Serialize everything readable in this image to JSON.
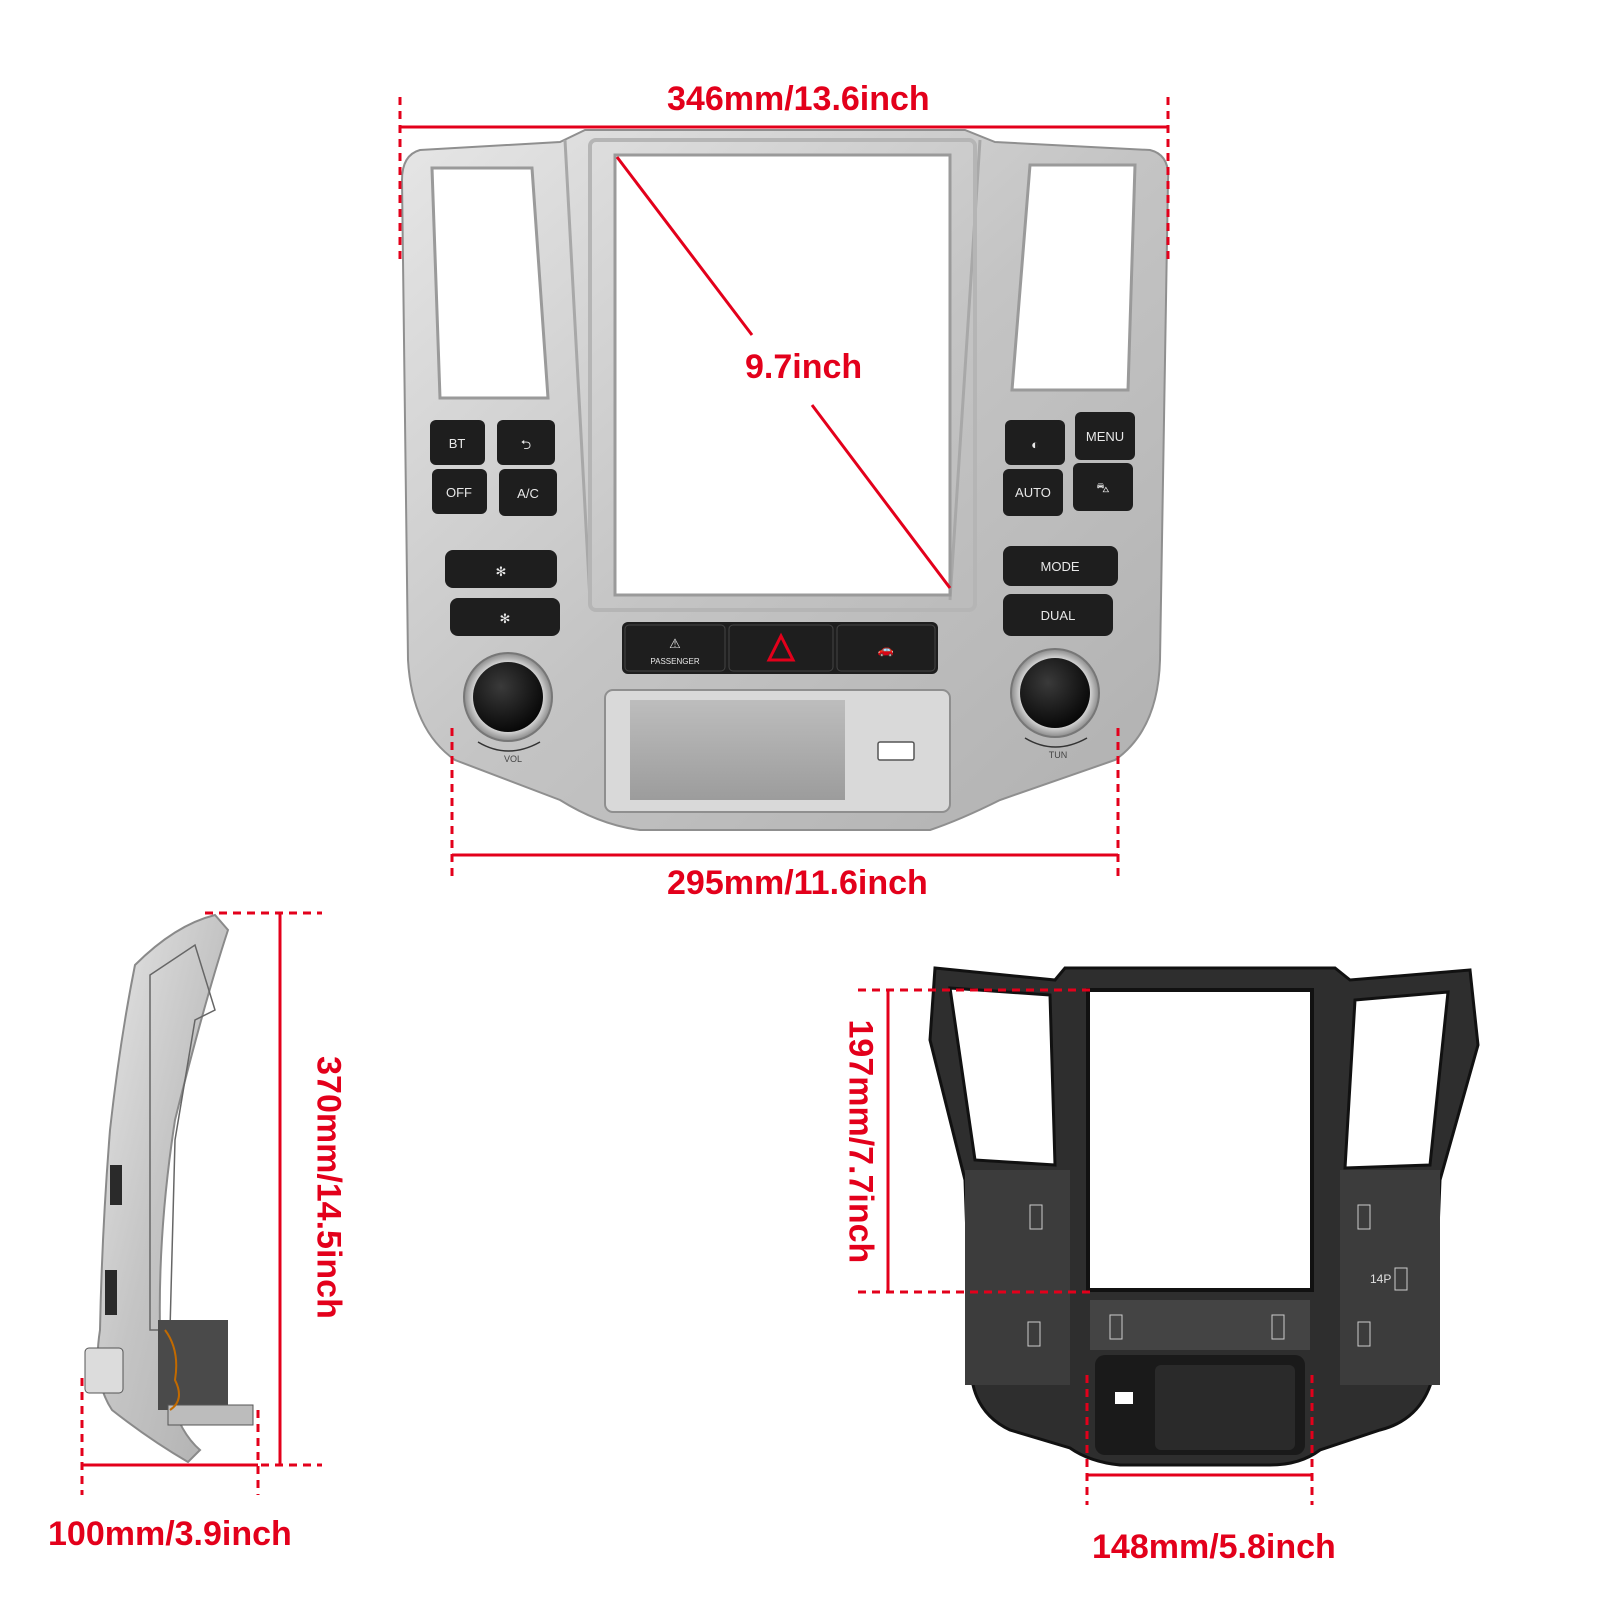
{
  "dimensions": {
    "front_top_width": "346mm/13.6inch",
    "screen_diagonal": "9.7inch",
    "front_bottom_width": "295mm/11.6inch",
    "side_height": "370mm/14.5inch",
    "side_depth": "100mm/3.9inch",
    "back_screen_height": "197mm/7.7inch",
    "back_bottom_width": "148mm/5.8inch"
  },
  "buttons": {
    "bt": "BT",
    "off": "OFF",
    "ac": "A/C",
    "menu": "MENU",
    "auto": "AUTO",
    "mode": "MODE",
    "dual": "DUAL",
    "passenger": "PASSENGER"
  },
  "knobs": {
    "vol": "VOL",
    "tun": "TUN"
  },
  "back_label": "14P",
  "colors": {
    "dimension_red": "#e3001b",
    "silver": "#c9c9c9",
    "button_black": "#1e1e1e",
    "hazard_red": "#e3001b"
  }
}
